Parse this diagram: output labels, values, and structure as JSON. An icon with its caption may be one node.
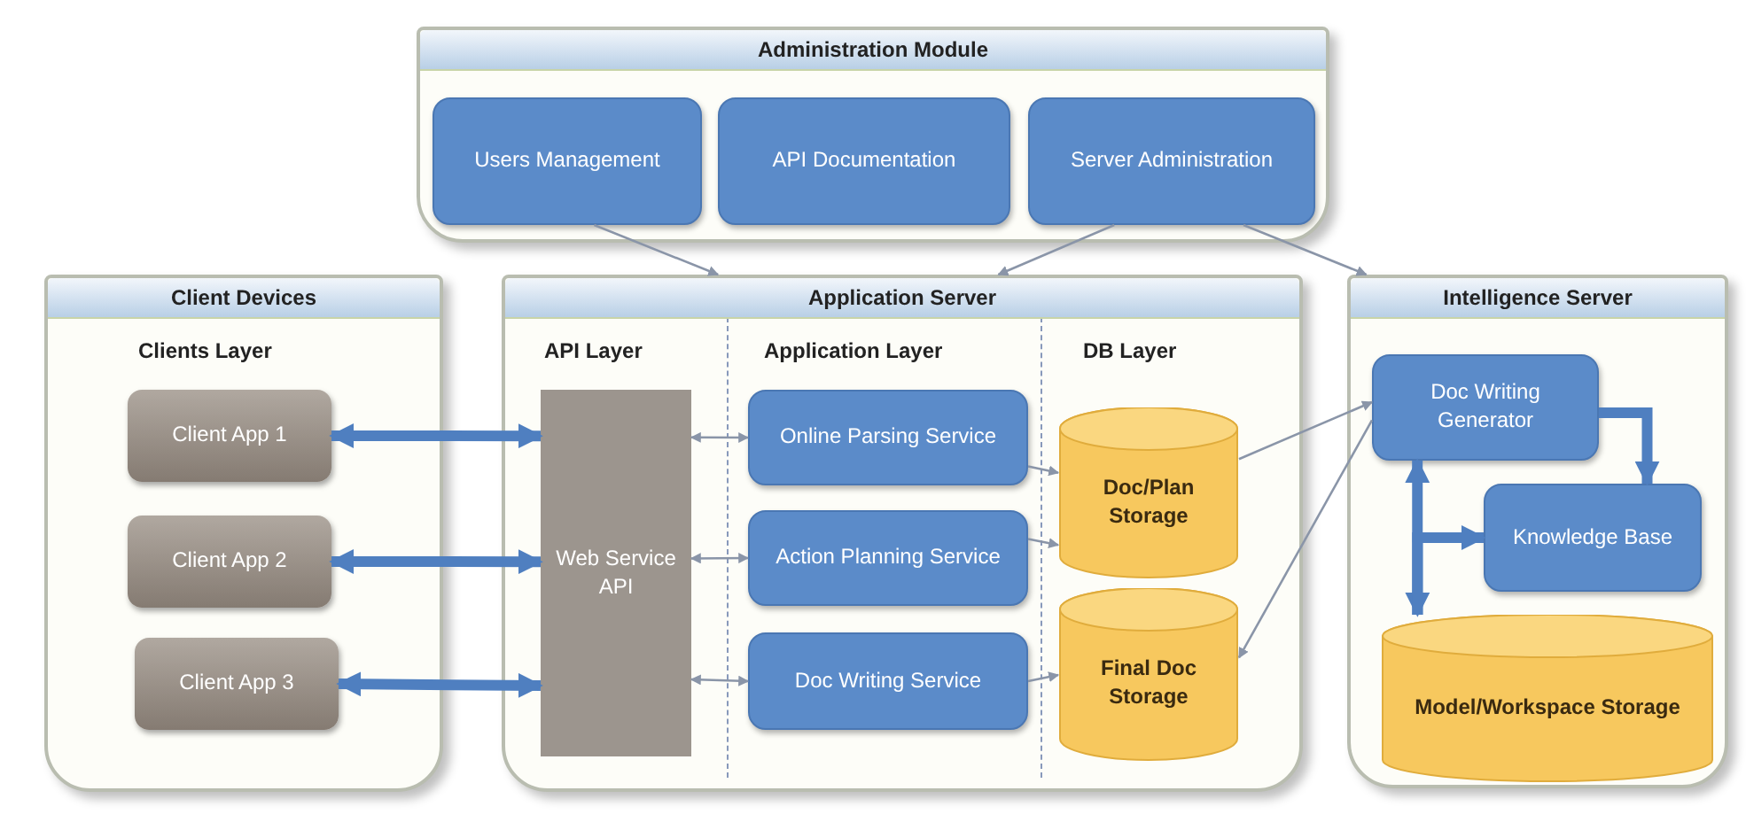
{
  "diagram": {
    "nodes": [
      {
        "text": [
          "Administration Module"
        ]
      },
      {
        "text": [
          "Users Management"
        ],
        "in": 0
      },
      {
        "text": [
          "API Documentation"
        ],
        "in": 0
      },
      {
        "text": [
          "Server Administration"
        ],
        "in": 0
      },
      {
        "text": [
          "Client Devices"
        ]
      },
      {
        "text": [
          "Client App 1"
        ],
        "in": 4
      },
      {
        "text": [
          "Client App 2"
        ],
        "in": 4
      },
      {
        "text": [
          "Client App 3"
        ],
        "in": 4
      },
      {
        "text": [
          "Application Server"
        ]
      },
      {
        "text": [
          "Web Service API"
        ],
        "in": 8
      },
      {
        "text": [
          "Online Parsing Service"
        ],
        "in": 8
      },
      {
        "text": [
          "Action Planning Service"
        ],
        "in": 8
      },
      {
        "text": [
          "Doc Writing Service"
        ],
        "in": 8
      },
      {
        "text": [
          "Doc/Plan Storage"
        ],
        "in": 8
      },
      {
        "text": [
          "Final Doc Storage"
        ],
        "in": 8
      },
      {
        "text": [
          "Intelligence Server"
        ]
      },
      {
        "text": [
          "Doc Writing Generator"
        ],
        "in": 15
      },
      {
        "text": [
          "Knowledge Base"
        ],
        "in": 15
      },
      {
        "text": [
          "Model/Workspace Storage"
        ],
        "in": 15
      }
    ],
    "edges": [
      {
        "from": 5,
        "to": 9,
        "arrow": "both",
        "style": "thick",
        "color": "#4f7fc0"
      },
      {
        "from": 6,
        "to": 9,
        "arrow": "both",
        "style": "thick",
        "color": "#4f7fc0"
      },
      {
        "from": 7,
        "to": 9,
        "arrow": "both",
        "style": "thick",
        "color": "#4f7fc0"
      },
      {
        "from": 9,
        "to": 10,
        "arrow": "both"
      },
      {
        "from": 9,
        "to": 11,
        "arrow": "both"
      },
      {
        "from": 9,
        "to": 12,
        "arrow": "both"
      },
      {
        "from": 10,
        "to": 13,
        "arrow": "to"
      },
      {
        "from": 11,
        "to": 13,
        "arrow": "to"
      },
      {
        "from": 12,
        "to": 14,
        "arrow": "to"
      },
      {
        "from": 13,
        "to": 16,
        "arrow": "to"
      },
      {
        "from": 16,
        "to": 14,
        "arrow": "to"
      },
      {
        "from": 1,
        "to": 8,
        "arrow": "to"
      },
      {
        "from": 3,
        "to": 8,
        "arrow": "to"
      },
      {
        "from": 3,
        "to": 15,
        "arrow": "to"
      },
      {
        "from": 16,
        "to": 17,
        "arrow": "to",
        "style": "thick",
        "color": "#4f7fc0"
      },
      {
        "from": 16,
        "to": 18,
        "arrow": "both",
        "style": "thick",
        "color": "#4f7fc0"
      },
      {
        "from": 18,
        "to": 17,
        "arrow": "to",
        "style": "thick",
        "color": "#4f7fc0"
      }
    ],
    "labels": [
      "Clients Layer",
      "API Layer",
      "Application Layer",
      "DB Layer"
    ]
  }
}
